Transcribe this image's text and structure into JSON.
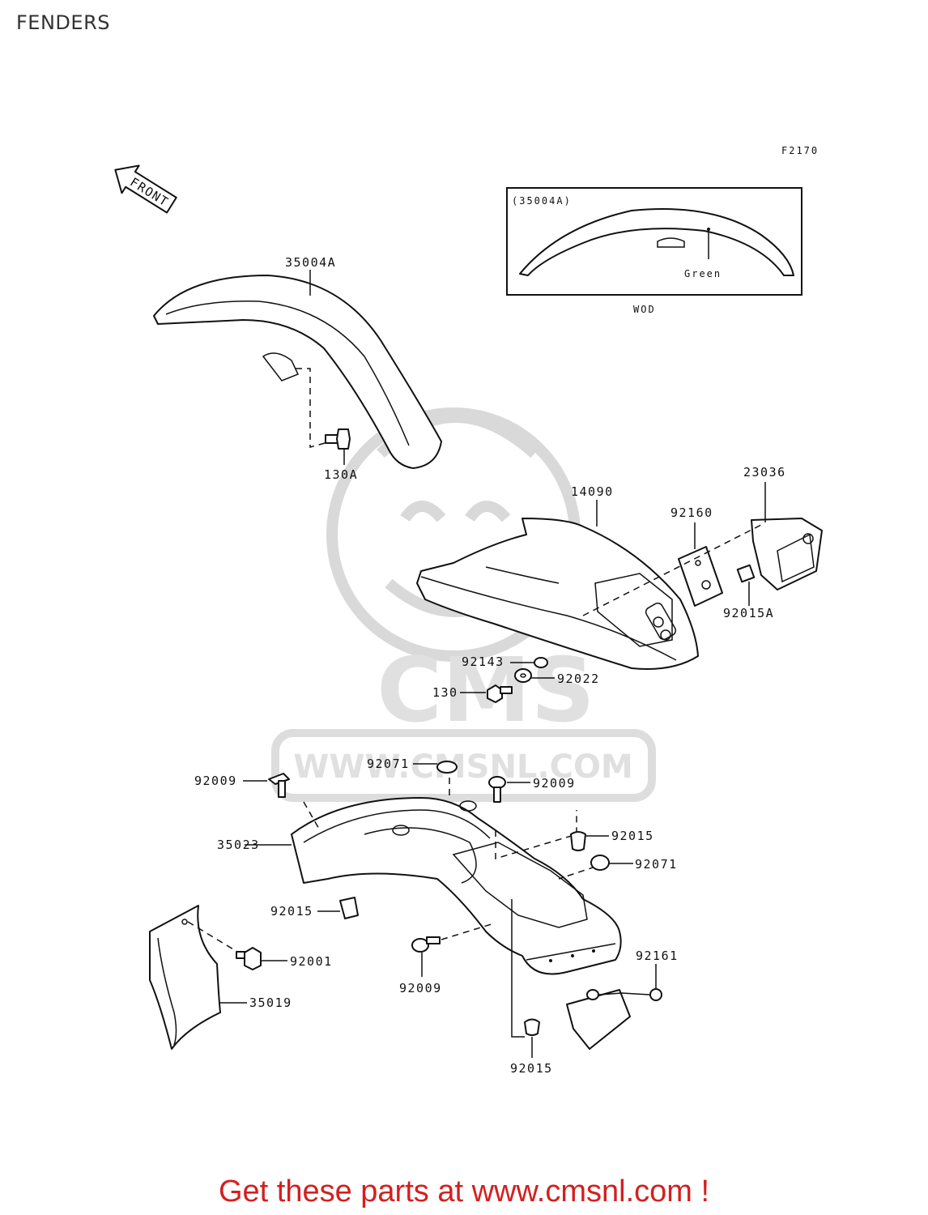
{
  "page": {
    "title": "FENDERS"
  },
  "diagram": {
    "figure_code": "F2170",
    "front_label": "FRONT",
    "inset": {
      "title": "(35004A)",
      "color_label": "Green",
      "caption": "WOD"
    },
    "watermark": {
      "brand": "CMS",
      "url": "WWW.CMSNL.COM"
    },
    "parts": {
      "p35004A": "35004A",
      "p130A": "130A",
      "p14090": "14090",
      "p23036": "23036",
      "p92160": "92160",
      "p92015A": "92015A",
      "p92143": "92143",
      "p92022": "92022",
      "p130": "130",
      "p92071a": "92071",
      "p92009a": "92009",
      "p92009b": "92009",
      "p35023": "35023",
      "p92015a": "92015",
      "p92071b": "92071",
      "p92015b": "92015",
      "p92001": "92001",
      "p92009c": "92009",
      "p92161": "92161",
      "p35019": "35019",
      "p92015c": "92015"
    }
  },
  "footer": {
    "text": "Get these parts at www.cmsnl.com !"
  }
}
